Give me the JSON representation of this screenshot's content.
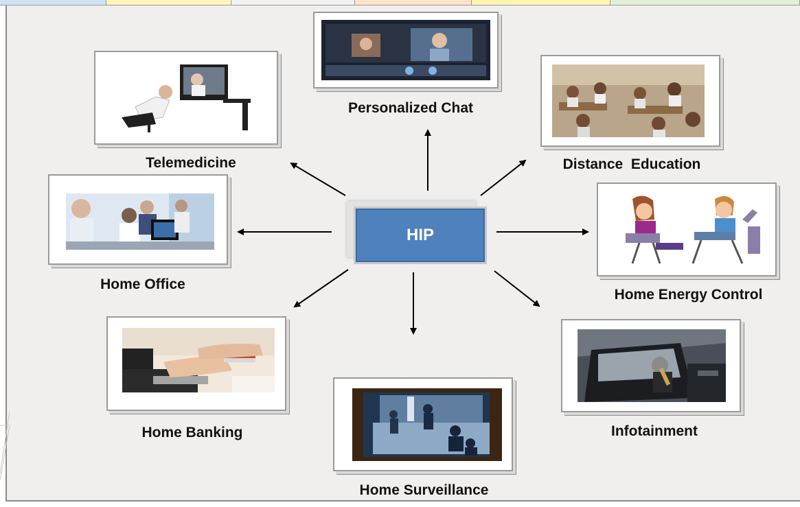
{
  "tab_colors": [
    "#cfe3f5",
    "#fff7b8",
    "#f2f2f2",
    "#fde3c8",
    "#fff5b0",
    "#e3f0d9"
  ],
  "center": {
    "label": "HIP",
    "color": "#4f81bd"
  },
  "applications": [
    {
      "id": "personalized-chat",
      "label": "Personalized Chat"
    },
    {
      "id": "telemedicine",
      "label": "Telemedicine"
    },
    {
      "id": "distance-education",
      "label": "Distance  Education"
    },
    {
      "id": "home-office",
      "label": "Home Office"
    },
    {
      "id": "home-energy-control",
      "label": "Home Energy Control"
    },
    {
      "id": "home-banking",
      "label": "Home Banking"
    },
    {
      "id": "infotainment",
      "label": "Infotainment"
    },
    {
      "id": "home-surveillance",
      "label": "Home Surveillance"
    }
  ]
}
